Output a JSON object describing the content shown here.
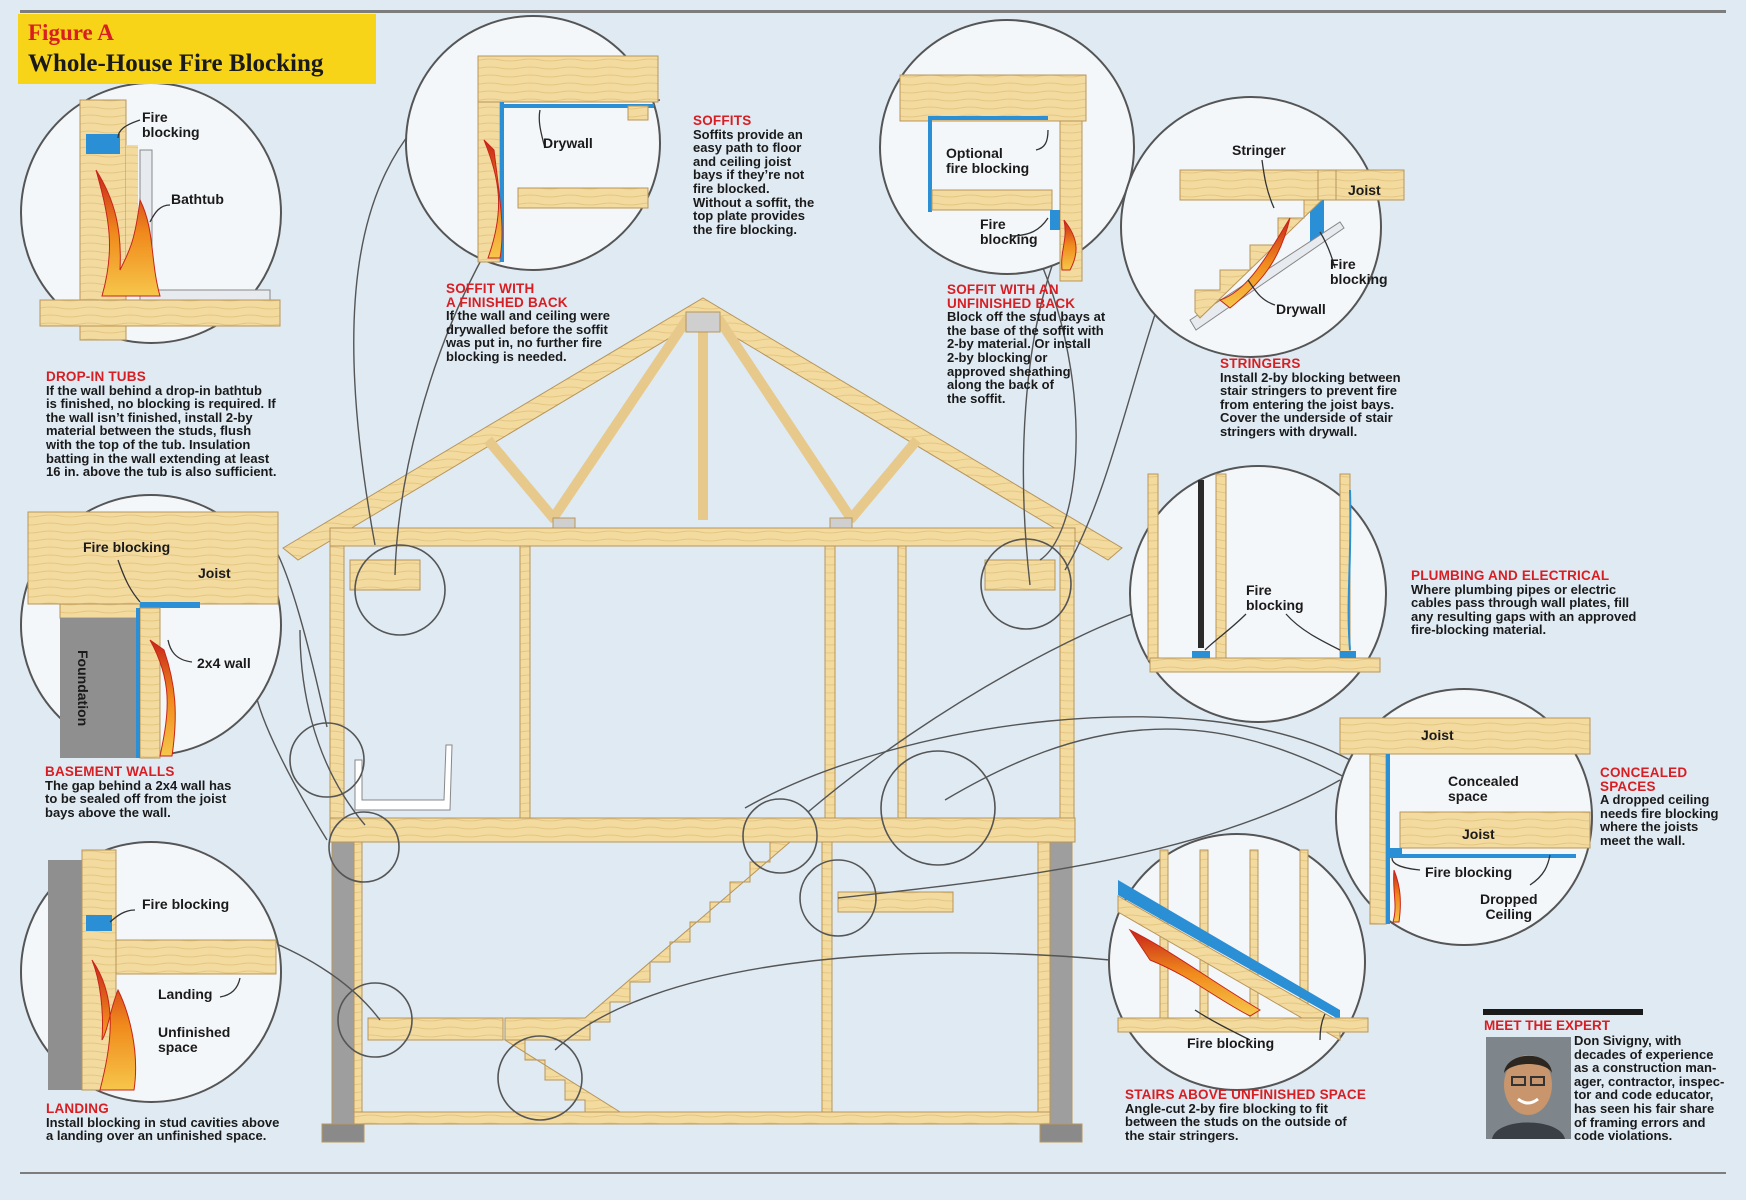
{
  "title": {
    "figure": "Figure A",
    "main": "Whole-House Fire Blocking"
  },
  "captions": {
    "drop_in_tubs": {
      "heading": "DROP-IN TUBS",
      "body": [
        "If the wall behind a drop-in bathtub",
        "is finished, no blocking is required. If",
        "the wall isn’t finished, install 2-by",
        "material between the studs, flush",
        "with the top of the tub. Insulation",
        "batting in the wall extending at least",
        "16 in. above the tub is also sufficient."
      ]
    },
    "soffits": {
      "heading": "SOFFITS",
      "body": [
        "Soffits provide an",
        "easy path to floor",
        "and ceiling joist",
        "bays if they’re not",
        "fire blocked.",
        "Without a soffit, the",
        "top plate provides",
        "the fire blocking."
      ]
    },
    "soffit_finished": {
      "heading": [
        "SOFFIT WITH",
        "A FINISHED BACK"
      ],
      "body": [
        "If the wall and ceiling were",
        "drywalled before the soffit",
        "was put in, no further fire",
        "blocking is needed."
      ]
    },
    "soffit_unfinished": {
      "heading": [
        "SOFFIT WITH AN",
        "UNFINISHED BACK"
      ],
      "body": [
        "Block off the stud bays at",
        "the base of the soffit with",
        "2-by material. Or install",
        "2-by blocking or",
        "approved sheathing",
        "along the back of",
        "the soffit."
      ]
    },
    "stringers": {
      "heading": "STRINGERS",
      "body": [
        "Install 2-by blocking between",
        "stair stringers to prevent fire",
        "from entering the joist bays.",
        "Cover the underside of stair",
        "stringers with drywall."
      ]
    },
    "plumbing": {
      "heading": "PLUMBING AND ELECTRICAL",
      "body": [
        "Where plumbing pipes or electric",
        "cables pass through wall plates, fill",
        "any resulting gaps with an approved",
        "fire-blocking material."
      ]
    },
    "concealed": {
      "heading": [
        "CONCEALED",
        "SPACES"
      ],
      "body": [
        "A dropped ceiling",
        "needs fire blocking",
        "where the joists",
        "meet the wall."
      ]
    },
    "basement": {
      "heading": "BASEMENT WALLS",
      "body": [
        "The gap behind a 2x4 wall has",
        "to be sealed off from the joist",
        "bays above the wall."
      ]
    },
    "landing": {
      "heading": "LANDING",
      "body": [
        "Install blocking in stud cavities above",
        "a landing over an unfinished space."
      ]
    },
    "stairs_unfinished": {
      "heading": "STAIRS ABOVE UNFINISHED SPACE",
      "body": [
        "Angle-cut 2-by fire blocking to fit",
        "between the studs on the outside of",
        "the stair stringers."
      ]
    }
  },
  "labels": {
    "fire_blocking_two_line": [
      "Fire",
      "blocking"
    ],
    "bathtub": "Bathtub",
    "drywall": "Drywall",
    "optional_fire_blocking": [
      "Optional",
      "fire blocking"
    ],
    "stringer": "Stringer",
    "joist": "Joist",
    "fire_blocking": "Fire blocking",
    "foundation": "Foundation",
    "wall_2x4": "2x4 wall",
    "concealed_space": [
      "Concealed",
      "space"
    ],
    "dropped_ceiling": [
      "Dropped",
      "Ceiling"
    ],
    "landing": "Landing",
    "unfinished_space": [
      "Unfinished",
      "space"
    ]
  },
  "expert": {
    "heading": "MEET THE EXPERT",
    "body": [
      "Don Sivigny, with",
      "decades of experience",
      "as a construction man-",
      "ager, contractor, inspec-",
      "tor and code educator,",
      "has seen his fair share",
      "of framing errors and",
      "code violations."
    ]
  },
  "colors": {
    "accent": "#d81e22",
    "title_bg": "#f7d418",
    "wood": "#f3dba0",
    "blocking": "#2a8fd4",
    "fire": "#f08a1c"
  }
}
